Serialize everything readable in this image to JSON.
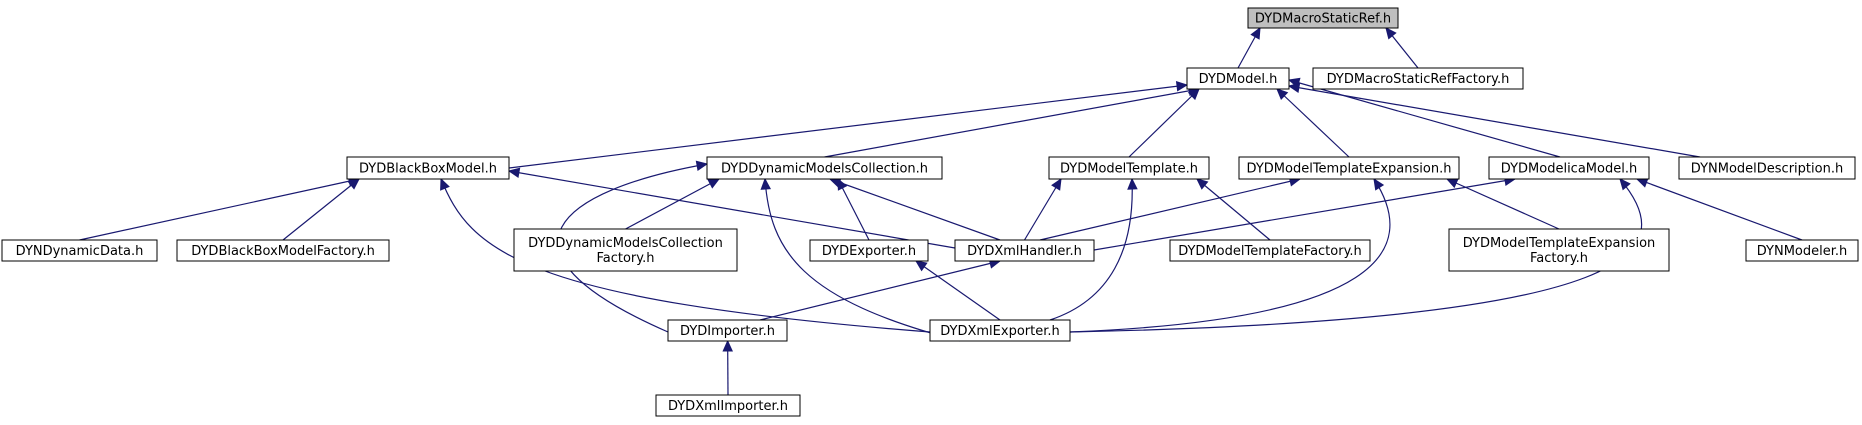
{
  "diagram": {
    "type": "include-dependency-graph",
    "colors": {
      "edge": "#191970",
      "root_fill": "#bfbfbf",
      "node_fill": "#ffffff",
      "node_border": "#000000"
    },
    "nodes": [
      {
        "id": "macroStaticRef",
        "lines": [
          "DYDMacroStaticRef.h"
        ],
        "root": true
      },
      {
        "id": "model",
        "lines": [
          "DYDModel.h"
        ]
      },
      {
        "id": "macroStaticRefFactory",
        "lines": [
          "DYDMacroStaticRefFactory.h"
        ]
      },
      {
        "id": "blackBoxModel",
        "lines": [
          "DYDBlackBoxModel.h"
        ]
      },
      {
        "id": "dynModelsCollection",
        "lines": [
          "DYDDynamicModelsCollection.h"
        ]
      },
      {
        "id": "modelTemplate",
        "lines": [
          "DYDModelTemplate.h"
        ]
      },
      {
        "id": "modelTemplateExpansion",
        "lines": [
          "DYDModelTemplateExpansion.h"
        ]
      },
      {
        "id": "modelicaModel",
        "lines": [
          "DYDModelicaModel.h"
        ]
      },
      {
        "id": "dynModelDescription",
        "lines": [
          "DYNModelDescription.h"
        ]
      },
      {
        "id": "dynDynamicData",
        "lines": [
          "DYNDynamicData.h"
        ]
      },
      {
        "id": "blackBoxModelFactory",
        "lines": [
          "DYDBlackBoxModelFactory.h"
        ]
      },
      {
        "id": "dynModelsCollectionFactory",
        "lines": [
          "DYDDynamicModelsCollection",
          "Factory.h"
        ]
      },
      {
        "id": "exporter",
        "lines": [
          "DYDExporter.h"
        ]
      },
      {
        "id": "xmlHandler",
        "lines": [
          "DYDXmlHandler.h"
        ]
      },
      {
        "id": "modelTemplateFactory",
        "lines": [
          "DYDModelTemplateFactory.h"
        ]
      },
      {
        "id": "modelTemplateExpansionFactory",
        "lines": [
          "DYDModelTemplateExpansion",
          "Factory.h"
        ]
      },
      {
        "id": "dynModeler",
        "lines": [
          "DYNModeler.h"
        ]
      },
      {
        "id": "importer",
        "lines": [
          "DYDImporter.h"
        ]
      },
      {
        "id": "xmlExporter",
        "lines": [
          "DYDXmlExporter.h"
        ]
      },
      {
        "id": "xmlImporter",
        "lines": [
          "DYDXmlImporter.h"
        ]
      }
    ],
    "edges": [
      [
        "macroStaticRef",
        "model"
      ],
      [
        "macroStaticRef",
        "macroStaticRefFactory"
      ],
      [
        "model",
        "blackBoxModel"
      ],
      [
        "model",
        "dynModelsCollection"
      ],
      [
        "model",
        "modelTemplate"
      ],
      [
        "model",
        "modelTemplateExpansion"
      ],
      [
        "model",
        "modelicaModel"
      ],
      [
        "model",
        "dynModelDescription"
      ],
      [
        "blackBoxModel",
        "dynDynamicData"
      ],
      [
        "blackBoxModel",
        "blackBoxModelFactory"
      ],
      [
        "blackBoxModel",
        "xmlHandler"
      ],
      [
        "blackBoxModel",
        "xmlExporter"
      ],
      [
        "dynModelsCollection",
        "dynModelsCollectionFactory"
      ],
      [
        "dynModelsCollection",
        "exporter"
      ],
      [
        "dynModelsCollection",
        "xmlHandler"
      ],
      [
        "dynModelsCollection",
        "importer"
      ],
      [
        "dynModelsCollection",
        "xmlExporter"
      ],
      [
        "modelTemplate",
        "xmlHandler"
      ],
      [
        "modelTemplate",
        "modelTemplateFactory"
      ],
      [
        "modelTemplate",
        "xmlExporter"
      ],
      [
        "modelTemplateExpansion",
        "xmlHandler"
      ],
      [
        "modelTemplateExpansion",
        "modelTemplateExpansionFactory"
      ],
      [
        "modelTemplateExpansion",
        "xmlExporter"
      ],
      [
        "modelicaModel",
        "xmlHandler"
      ],
      [
        "modelicaModel",
        "dynModeler"
      ],
      [
        "modelicaModel",
        "xmlExporter"
      ],
      [
        "exporter",
        "xmlExporter"
      ],
      [
        "xmlHandler",
        "importer"
      ],
      [
        "importer",
        "xmlImporter"
      ]
    ]
  }
}
